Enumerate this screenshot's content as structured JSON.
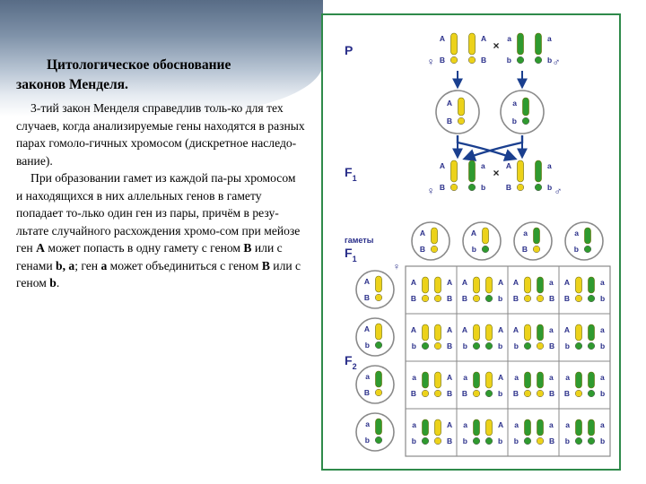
{
  "slide": {
    "title_line1": "Цитологическое обоснование",
    "title_line2": "законов  Менделя.",
    "para1": "3-тий закон Менделя справедлив толь-ко для тех случаев, когда анализируемые гены находятся в разных парах гомоло-гичных хромосом (дискретное наследо-вание).",
    "para2_intro": "При образовании гамет из каждой па-ры хромосом и находящихся  в них аллельных генов в гамету попадает то-лько один ген из пары,  причём в резу-льтате случайного расхождения хромо-сом при мейозе ген ",
    "gene_A": "A",
    "para2_mid1": " может попасть в одну гамету с геном ",
    "gene_B": "B",
    "para2_mid2": "  или с генами  ",
    "gene_b_comma": "b,",
    "gene_a": "a",
    "para2_mid3": ";   ген ",
    "gene_a2": "a",
    "para2_mid4": " может объединиться с геном ",
    "gene_B2": "B",
    "para2_mid5": " или с геном ",
    "gene_b2": "b",
    "para2_end": "."
  },
  "diagram": {
    "labels": {
      "P": "P",
      "F1": "F",
      "F1_sub": "1",
      "gametes": "гаметы",
      "F1b": "F",
      "F1b_sub": "1",
      "F2": "F",
      "F2_sub": "2"
    },
    "cross_symbol": "×",
    "female": "♀",
    "male": "♂",
    "colors": {
      "yellow": "#ecd21a",
      "green": "#2f9a2f",
      "frame": "#2f8a4a",
      "label": "#2a2f8a",
      "arrow": "#1a3f8f",
      "grid": "#8a8a8a"
    },
    "parents": {
      "female": {
        "top": [
          "A",
          "A"
        ],
        "bottom": [
          "B",
          "B"
        ]
      },
      "male": {
        "top": [
          "a",
          "a"
        ],
        "bottom": [
          "b",
          "b"
        ]
      }
    },
    "parent_gametes": [
      {
        "top": "A",
        "bottom": "B"
      },
      {
        "top": "a",
        "bottom": "b"
      }
    ],
    "f1": {
      "top": [
        "A",
        "a"
      ],
      "bottom": [
        "B",
        "b"
      ]
    },
    "gamete_types": [
      {
        "top": "A",
        "bottom": "B"
      },
      {
        "top": "A",
        "bottom": "b"
      },
      {
        "top": "a",
        "bottom": "B"
      },
      {
        "top": "a",
        "bottom": "b"
      }
    ],
    "f2_grid": [
      [
        {
          "top": [
            "A",
            "A"
          ],
          "bottom": [
            "B",
            "B"
          ]
        },
        {
          "top": [
            "A",
            "A"
          ],
          "bottom": [
            "B",
            "b"
          ]
        },
        {
          "top": [
            "A",
            "a"
          ],
          "bottom": [
            "B",
            "B"
          ]
        },
        {
          "top": [
            "A",
            "a"
          ],
          "bottom": [
            "B",
            "b"
          ]
        }
      ],
      [
        {
          "top": [
            "A",
            "A"
          ],
          "bottom": [
            "b",
            "B"
          ]
        },
        {
          "top": [
            "A",
            "A"
          ],
          "bottom": [
            "b",
            "b"
          ]
        },
        {
          "top": [
            "A",
            "a"
          ],
          "bottom": [
            "b",
            "B"
          ]
        },
        {
          "top": [
            "A",
            "a"
          ],
          "bottom": [
            "b",
            "b"
          ]
        }
      ],
      [
        {
          "top": [
            "a",
            "A"
          ],
          "bottom": [
            "B",
            "B"
          ]
        },
        {
          "top": [
            "a",
            "A"
          ],
          "bottom": [
            "B",
            "b"
          ]
        },
        {
          "top": [
            "a",
            "a"
          ],
          "bottom": [
            "B",
            "B"
          ]
        },
        {
          "top": [
            "a",
            "a"
          ],
          "bottom": [
            "B",
            "b"
          ]
        }
      ],
      [
        {
          "top": [
            "a",
            "A"
          ],
          "bottom": [
            "b",
            "B"
          ]
        },
        {
          "top": [
            "a",
            "A"
          ],
          "bottom": [
            "b",
            "b"
          ]
        },
        {
          "top": [
            "a",
            "a"
          ],
          "bottom": [
            "b",
            "B"
          ]
        },
        {
          "top": [
            "a",
            "a"
          ],
          "bottom": [
            "b",
            "b"
          ]
        }
      ]
    ]
  }
}
